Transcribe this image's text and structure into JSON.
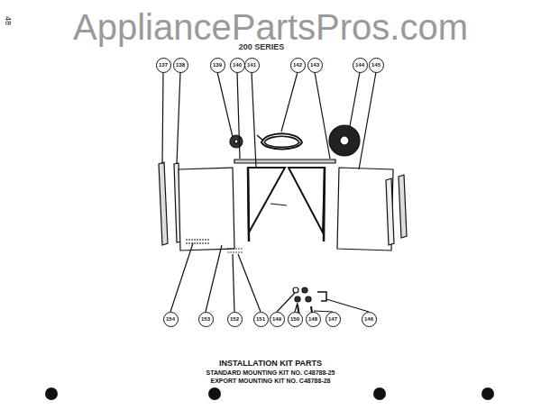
{
  "diagram": {
    "title": "INSTALLATION KIT PARTS",
    "labels": [
      "AppliancePartsPros.com",
      "48",
      "200 SERIES",
      "137",
      "138",
      "139",
      "140",
      "141",
      "142",
      "143",
      "144",
      "145",
      "154",
      "153",
      "152",
      "151",
      "149",
      "150",
      "148",
      "147",
      "146",
      "STANDARD MOUNTING KIT NO. C48788-25",
      "EXPORT MOUNTING KIT NO. C48788-28"
    ]
  }
}
